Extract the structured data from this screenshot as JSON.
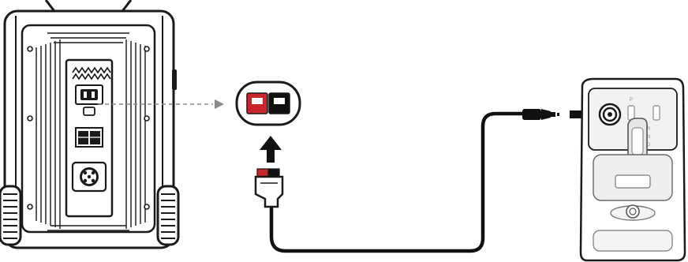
{
  "diagram": {
    "connector_colors": {
      "positive": "#c8262b",
      "negative": "#111111",
      "outline": "#1a1a1a",
      "guide_line": "#8a8a8a"
    },
    "icons": [
      "power-station-icon",
      "anderson-connector-icon",
      "anderson-plug-icon",
      "cigarette-lighter-plug-icon",
      "car-center-console-icon",
      "up-arrow-icon",
      "right-arrow-icon"
    ],
    "console_labels": {
      "gear_p": "P",
      "gear_r": "R",
      "gear_n": "N",
      "gear_d": "D"
    }
  }
}
